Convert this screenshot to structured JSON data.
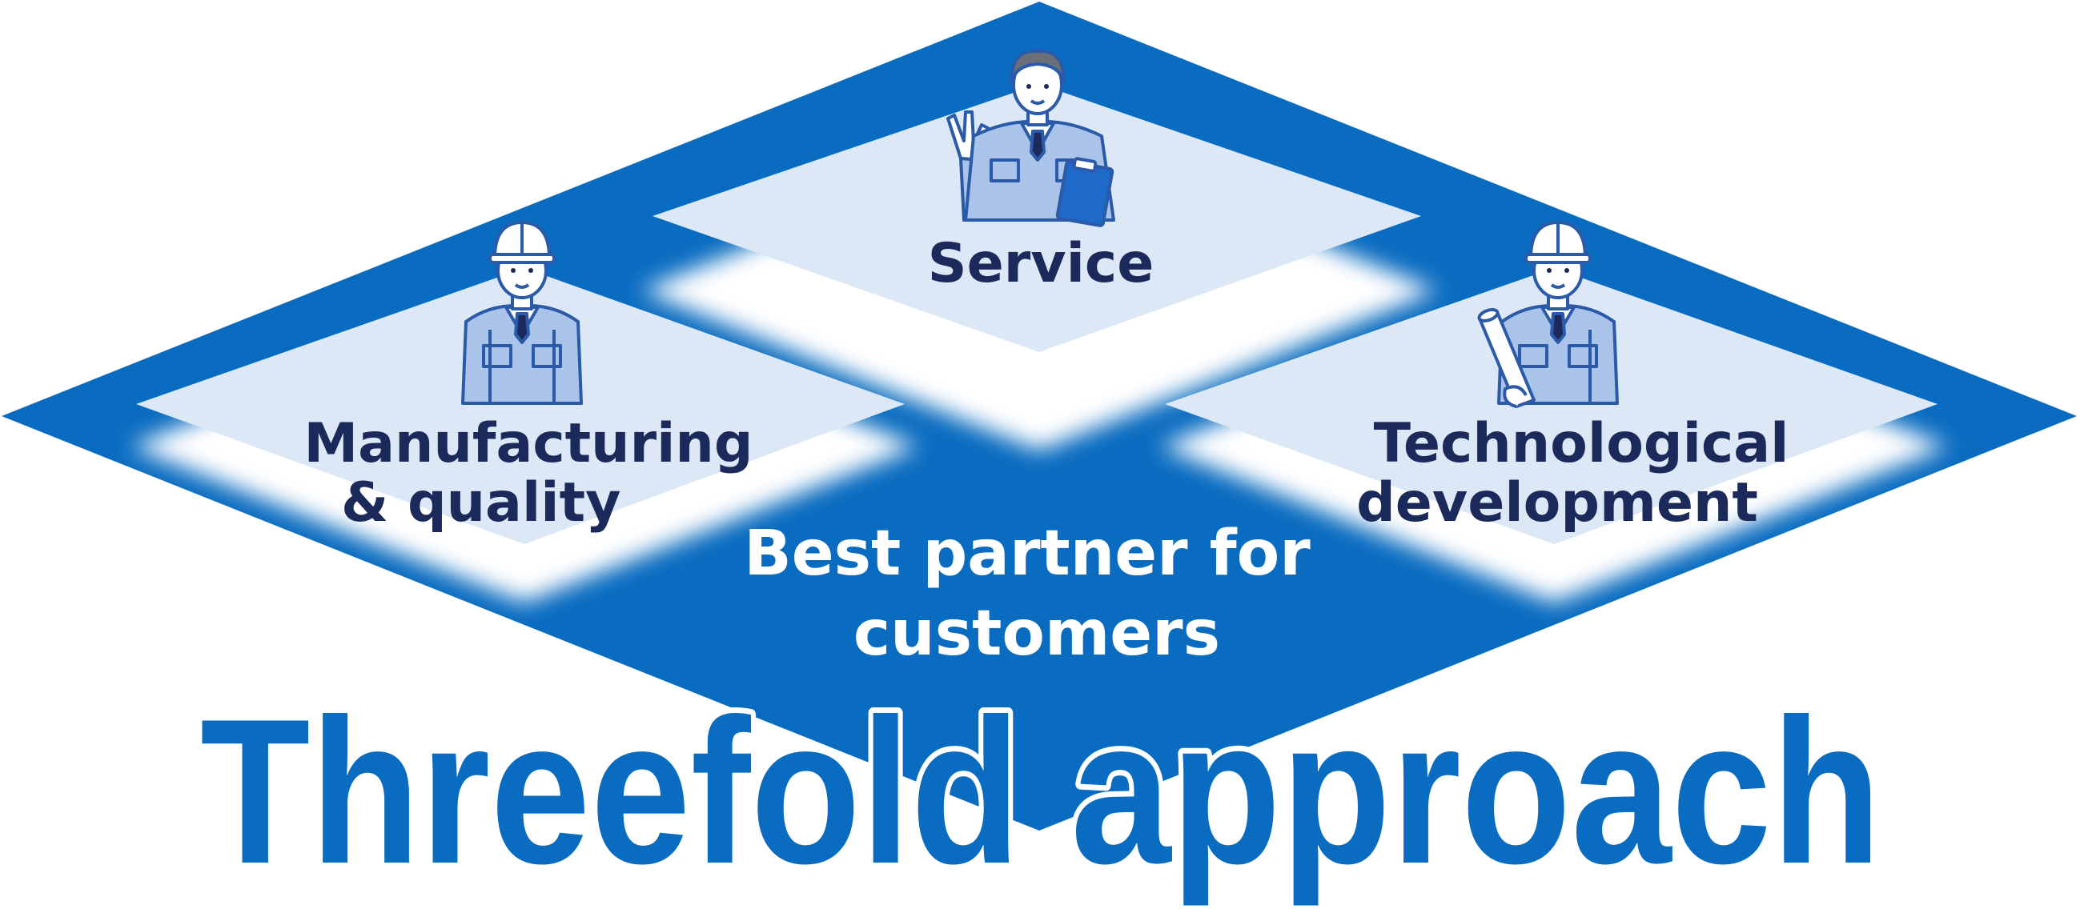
{
  "colors": {
    "primary_blue": "#0a6cc0",
    "light_panel": "#dce8f6",
    "dark_text": "#1b2a5a",
    "worker_uniform": "#a9c4e8",
    "worker_outline": "#2a5aa8"
  },
  "center_label": {
    "line1": "Best partner for",
    "line2": "customers"
  },
  "panels": {
    "service": {
      "label": "Service",
      "figure_icon": "worker-with-clipboard-icon"
    },
    "manufacturing": {
      "label_line1": "Manufacturing",
      "label_line2": "& quality",
      "figure_icon": "worker-with-helmet-icon"
    },
    "technology": {
      "label_line1": "Technological",
      "label_line2": "development",
      "figure_icon": "worker-with-blueprint-icon"
    }
  },
  "title": "Threefold approach"
}
